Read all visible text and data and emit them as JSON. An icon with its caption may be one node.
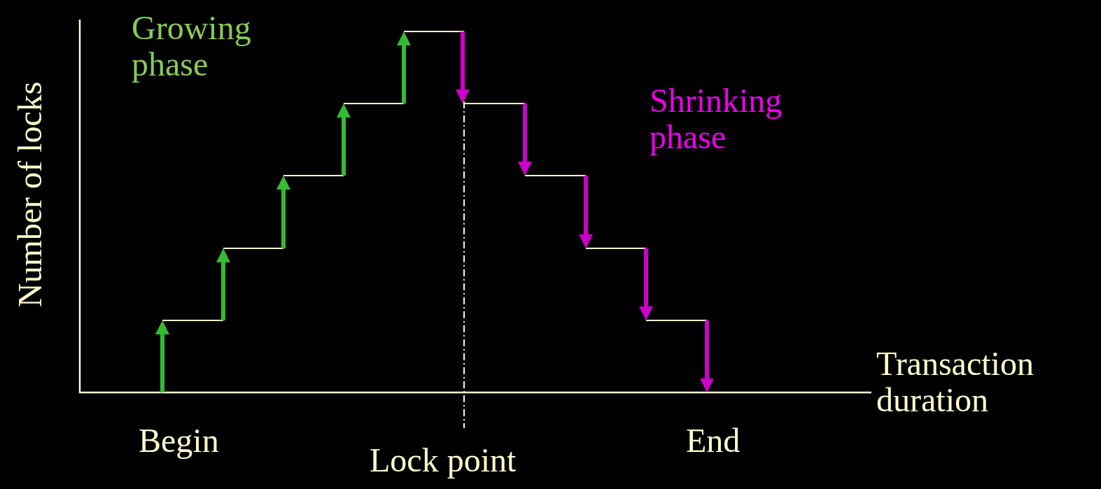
{
  "diagram": {
    "labels": [
      "Growing phase",
      "Shrinking phase",
      "Number of locks",
      "Transaction duration",
      "Begin",
      "Lock point",
      "End"
    ]
  }
}
